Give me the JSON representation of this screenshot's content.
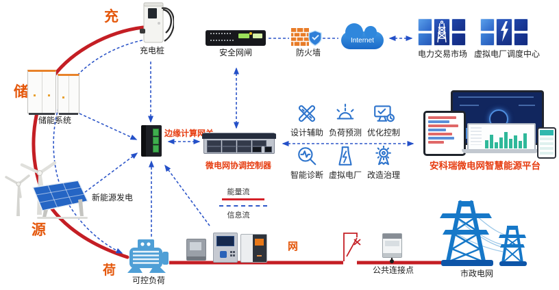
{
  "flow_labels": {
    "charge": "充",
    "storage": "储",
    "source": "源",
    "load": "荷",
    "grid": "网"
  },
  "nodes": {
    "charging_pile": "充电桩",
    "storage_system": "储能系统",
    "new_energy": "新能源发电",
    "controllable_load": "可控负荷",
    "edge_gateway": "边缘计算网关",
    "microgrid_controller": "微电网协调控制器",
    "security_gateway": "安全网闸",
    "firewall": "防火墙",
    "internet": "Internet",
    "power_trading_market": "电力交易市场",
    "vpp_dispatch_center": "虚拟电厂调度中心",
    "platform": "安科瑞微电网智慧能源平台",
    "pcc": "公共连接点",
    "municipal_grid": "市政电网"
  },
  "capabilities": [
    {
      "label": "设计辅助",
      "icon": "design-tools-icon"
    },
    {
      "label": "负荷预测",
      "icon": "alarm-icon"
    },
    {
      "label": "优化控制",
      "icon": "monitor-check-icon"
    },
    {
      "label": "智能诊断",
      "icon": "magnifier-pulse-icon"
    },
    {
      "label": "虚拟电厂",
      "icon": "power-plant-icon"
    },
    {
      "label": "改造治理",
      "icon": "gear-medal-icon"
    }
  ],
  "legend": {
    "energy_flow": "能量流",
    "info_flow": "信息流"
  },
  "colors": {
    "energy_line": "#c41e24",
    "info_line": "#2c55c8",
    "accent_orange": "#e4570b",
    "accent_red": "#e63c10",
    "tower_blue": "#1678c8",
    "screen_navy": "#142c80",
    "firewall_orange": "#e87c28"
  }
}
